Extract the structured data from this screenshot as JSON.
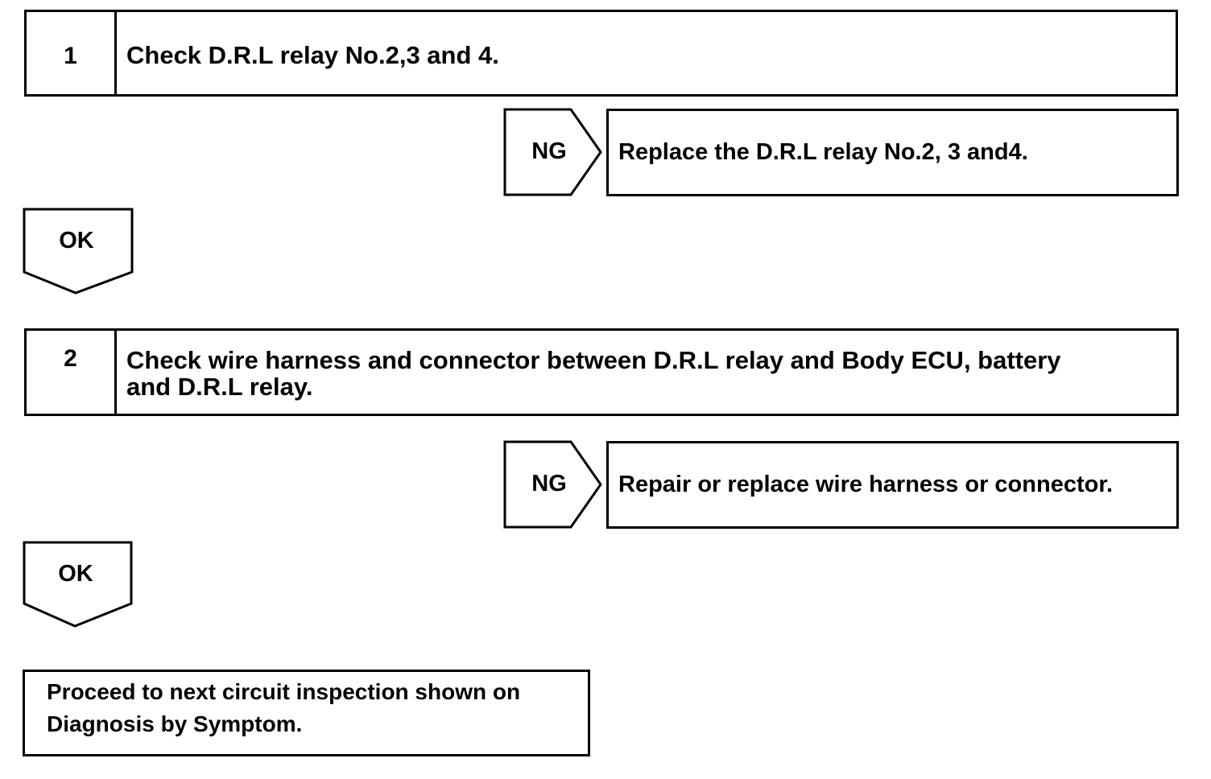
{
  "steps": [
    {
      "number": "1",
      "text": "Check D.R.L relay No.2,3 and 4.",
      "ng_label": "NG",
      "ng_action": "Replace the D.R.L relay No.2, 3 and4.",
      "ok_label": "OK"
    },
    {
      "number": "2",
      "text_line1": "Check wire harness and connector between D.R.L relay and Body ECU, battery",
      "text_line2": "and D.R.L relay.",
      "ng_label": "NG",
      "ng_action": "Repair or replace wire harness or connector.",
      "ok_label": "OK"
    }
  ],
  "final": {
    "line1": "Proceed to next circuit inspection shown on",
    "line2": "Diagnosis by Symptom."
  }
}
